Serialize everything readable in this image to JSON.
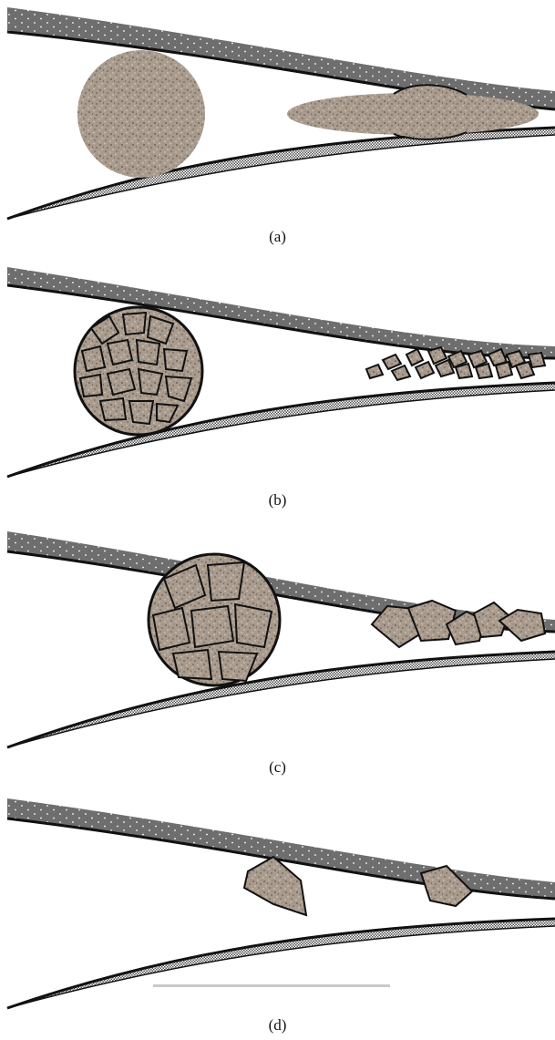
{
  "figure": {
    "panels": [
      {
        "id": "a",
        "caption": "(a)"
      },
      {
        "id": "b",
        "caption": "(b)"
      },
      {
        "id": "c",
        "caption": "(c)"
      },
      {
        "id": "d",
        "caption": "(d)"
      }
    ]
  },
  "colors": {
    "roller_shell": "#6e6e6e",
    "lower_roller": "#a9a9a9",
    "particle": "#a89a8c",
    "outline": "#111111"
  }
}
